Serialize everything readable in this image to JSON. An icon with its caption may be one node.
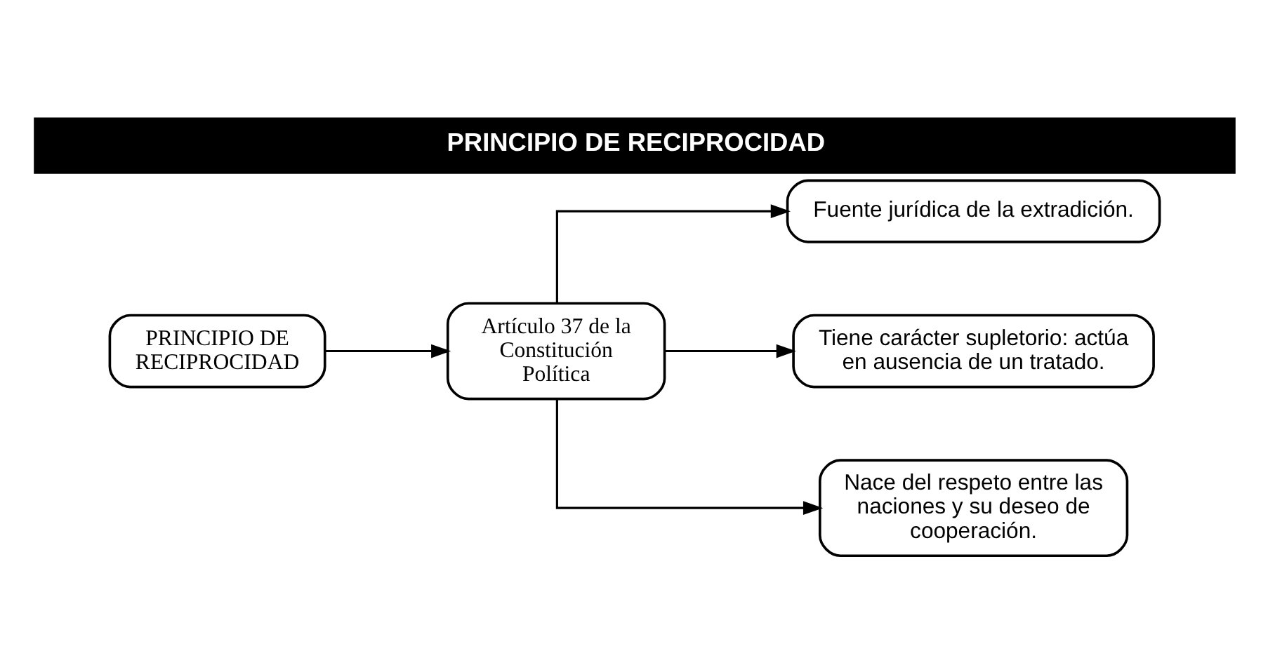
{
  "diagram": {
    "title": "PRINCIPIO DE RECIPROCIDAD",
    "nodes": [
      {
        "text": [
          "PRINCIPIO DE RECIPROCIDAD"
        ]
      },
      {
        "text": [
          "Artículo 37 de la Constitución Política"
        ]
      },
      {
        "text": [
          "Fuente jurídica de la extradición."
        ]
      },
      {
        "text": [
          "Tiene carácter supletorio: actúa en ausencia de un tratado."
        ]
      },
      {
        "text": [
          "Nace del respeto entre las naciones y su deseo de cooperación."
        ]
      }
    ],
    "edges": [
      {
        "from": 0,
        "to": 1,
        "arrow": "to"
      },
      {
        "from": 1,
        "to": 2,
        "arrow": "to"
      },
      {
        "from": 1,
        "to": 3,
        "arrow": "to"
      },
      {
        "from": 1,
        "to": 4,
        "arrow": "to"
      }
    ]
  }
}
